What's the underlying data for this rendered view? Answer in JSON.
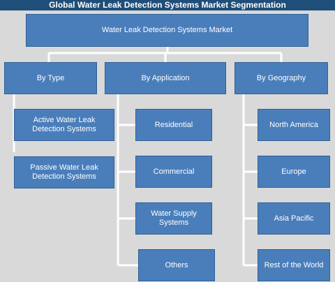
{
  "title": "Global Water Leak Detection Systems Market Segmentation",
  "root": "Water Leak Detection Systems Market",
  "categories": [
    {
      "label": "By Type",
      "children": [
        "Active Water Leak Detection Systems",
        "Passive Water Leak Detection Systems"
      ]
    },
    {
      "label": "By Application",
      "children": [
        "Residential",
        "Commercial",
        "Water Supply Systems",
        "Others"
      ]
    },
    {
      "label": "By Geography",
      "children": [
        "North America",
        "Europe",
        "Asia Pacific",
        "Rest of the World"
      ]
    }
  ],
  "colors": {
    "title_bar": "#1f4e79",
    "box_fill": "#4a7ebb",
    "background": "#d9d9d9",
    "connector": "#ffffff"
  }
}
